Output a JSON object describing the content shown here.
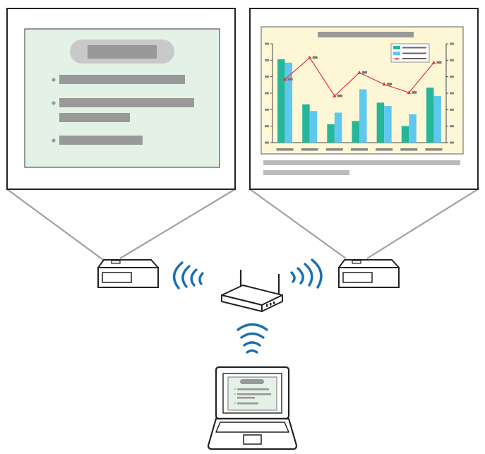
{
  "colors": {
    "outline": "#222222",
    "beam": "#a0a0a0",
    "slide_bg": "#e3f1e6",
    "chart_bg": "#fdf7d6",
    "placeholder_gray": "#999999",
    "series_teal": "#27b69a",
    "series_sky": "#5fc8ee",
    "series_red": "#e8334f",
    "wifi_blue": "#1a6fb3"
  },
  "icons": {
    "projector": "projector-icon",
    "router": "wireless-router-icon",
    "laptop": "laptop-icon",
    "wifi": "wifi-waves-icon"
  },
  "chart_data": {
    "type": "bar",
    "title": "",
    "xlabel": "",
    "ylabel": "",
    "categories": [
      "",
      "",
      "",
      "",
      "",
      "",
      ""
    ],
    "ylim": [
      0,
      5
    ],
    "series": [
      {
        "type": "bar",
        "values": [
          5.0,
          2.3,
          1.1,
          1.3,
          2.4,
          1.0,
          3.3
        ]
      },
      {
        "type": "bar",
        "values": [
          4.8,
          1.9,
          1.8,
          3.2,
          2.2,
          1.7,
          2.8
        ]
      },
      {
        "type": "line",
        "values": [
          3.8,
          5.1,
          2.8,
          4.2,
          3.5,
          3.0,
          4.8
        ]
      }
    ],
    "grid": false,
    "legend": "top-right"
  }
}
